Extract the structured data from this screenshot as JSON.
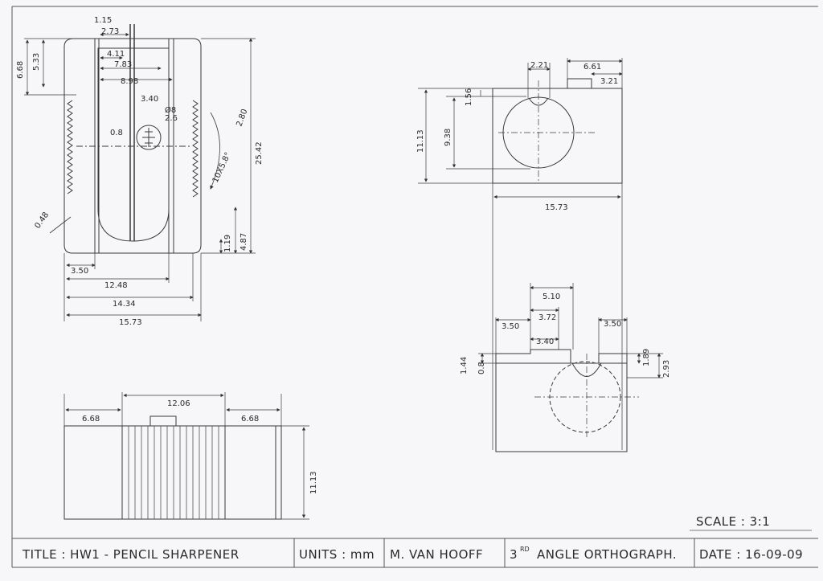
{
  "title_block": {
    "title": "TITLE : HW1 - PENCIL SHARPENER",
    "units": "UNITS : mm",
    "author": "M. VAN HOOFF",
    "projection_num": "3",
    "projection_sup": "RD",
    "projection_rest": "ANGLE ORTHOGRAPH.",
    "date": "DATE : 16-09-09"
  },
  "scale": "SCALE : 3:1",
  "front_view": {
    "dims": [
      "1.15",
      "2.73",
      "4.11",
      "7.83",
      "8.98",
      "5.33",
      "6.68",
      "3.40",
      "0.8",
      "Ø8",
      "2.6",
      "10X5.8°",
      "2.80",
      "25.42",
      "4.87",
      "1.19",
      "0.48",
      "3.50",
      "12.48",
      "14.34",
      "15.73"
    ]
  },
  "side_view": {
    "dims": [
      "2.21",
      "6.61",
      "3.21",
      "1.56",
      "11.13",
      "9.38",
      "15.73"
    ]
  },
  "top_view": {
    "dims": [
      "5.10",
      "3.72",
      "3.40",
      "3.50",
      "3.50",
      "1.89",
      "2.93",
      "1.44",
      "0.8"
    ]
  },
  "bottom_view": {
    "dims": [
      "6.68",
      "12.06",
      "6.68",
      "11.13"
    ]
  },
  "colors": {
    "line": "#3a3a3a",
    "paper": "#f7f6f9"
  }
}
